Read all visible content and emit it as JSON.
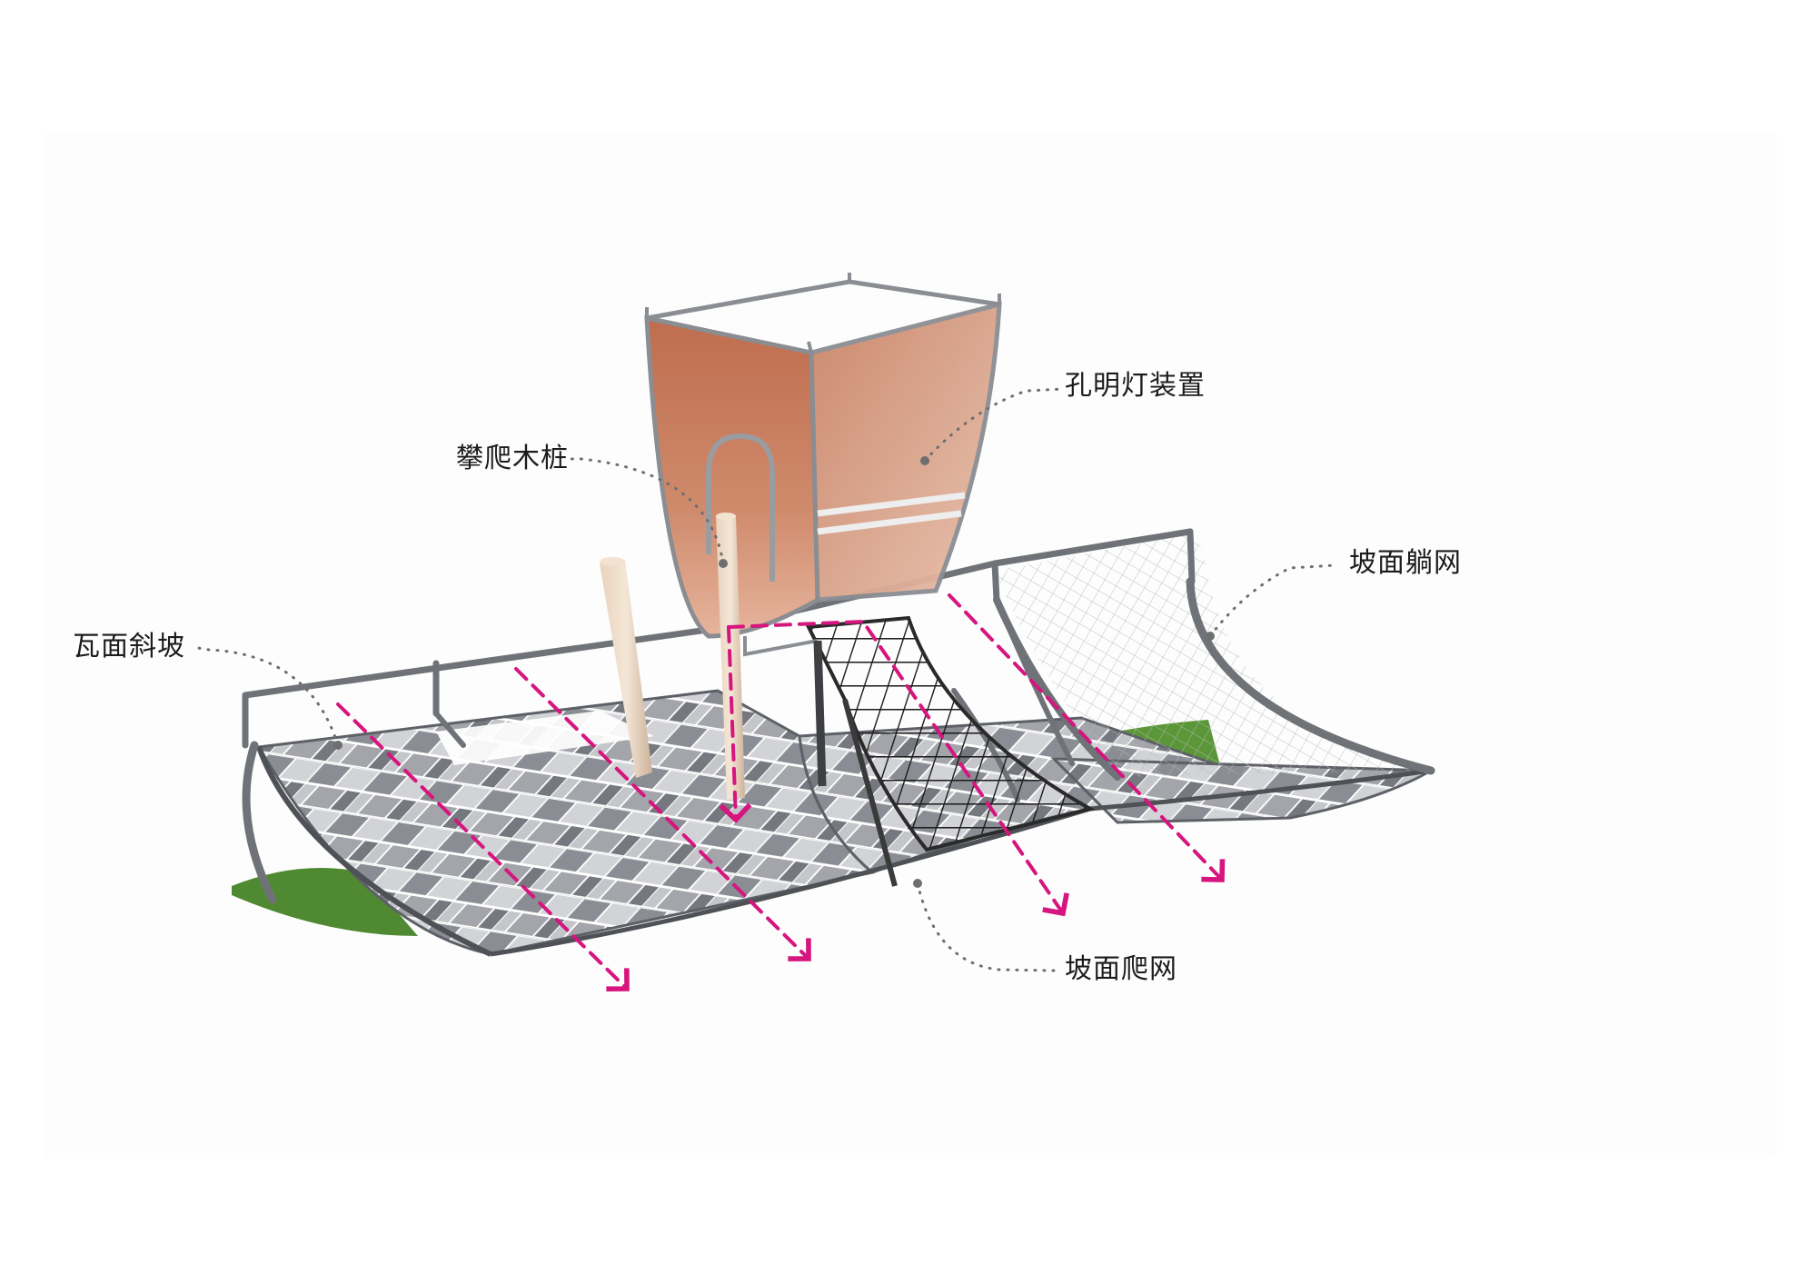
{
  "labels": {
    "lantern": "孔明灯装置",
    "climbing_posts": "攀爬木桩",
    "lying_net": "坡面躺网",
    "tile_slope": "瓦面斜坡",
    "climbing_net": "坡面爬网"
  },
  "colors": {
    "arrow": "#d6157f",
    "leader": "#6e6e6e",
    "frame": "#6f7378",
    "lantern_fill": "#c97a5c",
    "grass": "#4f8a32",
    "tile_dark": "#7d8087",
    "tile_mid": "#a8aab0",
    "tile_light": "#d4d5d8"
  },
  "icons": [
    "lantern-installation",
    "climbing-posts",
    "tile-slope",
    "climbing-net",
    "lying-net",
    "flow-arrows"
  ]
}
